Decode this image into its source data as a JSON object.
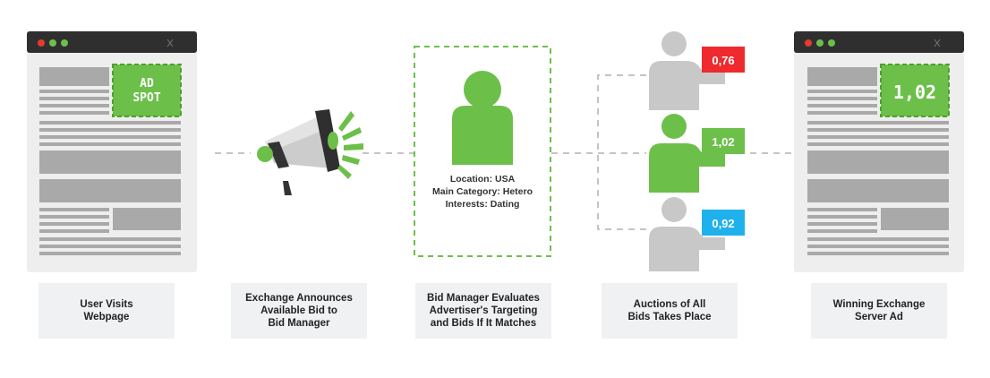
{
  "left_window": {
    "ad_spot_line1": "AD",
    "ad_spot_line2": "SPOT"
  },
  "right_window": {
    "winning_bid": "1,02"
  },
  "user_profile": {
    "location": "Location: USA",
    "category": "Main Category: Hetero",
    "interests": "Interests: Dating"
  },
  "bids": [
    {
      "value": "0,76",
      "color": "#ee2a2e"
    },
    {
      "value": "1,02",
      "color": "#6cc04a"
    },
    {
      "value": "0,92",
      "color": "#1fb1ec"
    }
  ],
  "steps": [
    {
      "label": "User Visits\nWebpage"
    },
    {
      "label": "Exchange Announces\nAvailable Bid to\nBid Manager"
    },
    {
      "label": "Bid Manager Evaluates\nAdvertiser's Targeting\nand Bids If It Matches"
    },
    {
      "label": "Auctions of All\nBids Takes Place"
    },
    {
      "label": "Winning  Exchange\nServer Ad"
    }
  ],
  "colors": {
    "green": "#6cc04a",
    "gray_person": "#c8c8c8",
    "window_bg": "#eeeeee",
    "window_bar": "#2f2f2f",
    "content_block": "#a9a9a9",
    "caption_bg": "#f0f1f3"
  }
}
